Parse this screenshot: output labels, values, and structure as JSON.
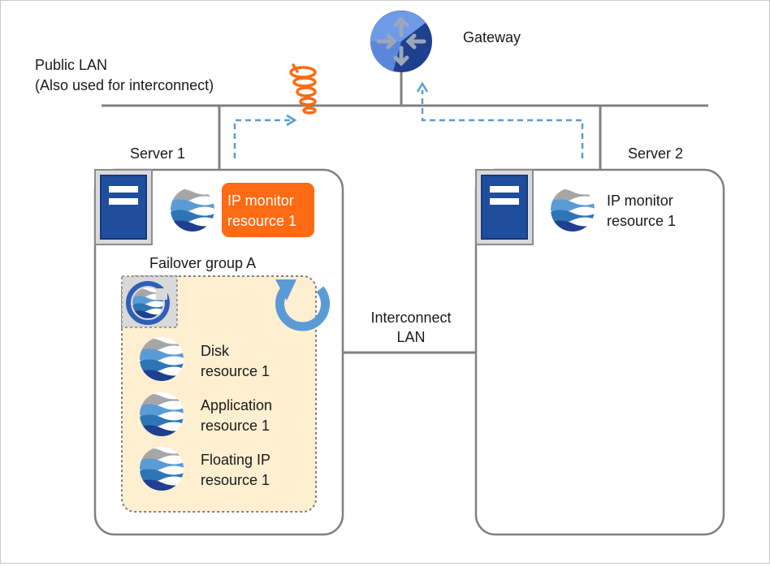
{
  "labels": {
    "gateway": "Gateway",
    "public_lan_line1": "Public  LAN",
    "public_lan_line2": "(Also used for interconnect)",
    "server1": "Server 1",
    "server2": "Server 2",
    "interconnect_line1": "Interconnect",
    "interconnect_line2": "LAN",
    "failover_group": "Failover group A"
  },
  "server1": {
    "ip_monitor": {
      "line1": "IP monitor",
      "line2": "resource 1"
    },
    "resources": [
      {
        "line1": "Disk",
        "line2": "resource 1"
      },
      {
        "line1": "Application",
        "line2": "resource 1"
      },
      {
        "line1": "Floating IP",
        "line2": "resource 1"
      }
    ]
  },
  "server2": {
    "ip_monitor": {
      "line1": "IP monitor",
      "line2": "resource 1"
    }
  },
  "colors": {
    "line": "#808080",
    "dashed_arrow": "#5b9bd5",
    "highlight": "#ff6a13",
    "group_fill": "#fdefd0",
    "server_icon": "#1f4e9c",
    "gateway": "#4f81d7",
    "fault": "#ff6a13"
  },
  "icons": {
    "gateway": "router-icon",
    "fault": "fault-spiral-icon",
    "server": "server-icon",
    "resource": "resource-icon",
    "group": "failover-group-icon",
    "failover": "failover-arrow-icon"
  }
}
